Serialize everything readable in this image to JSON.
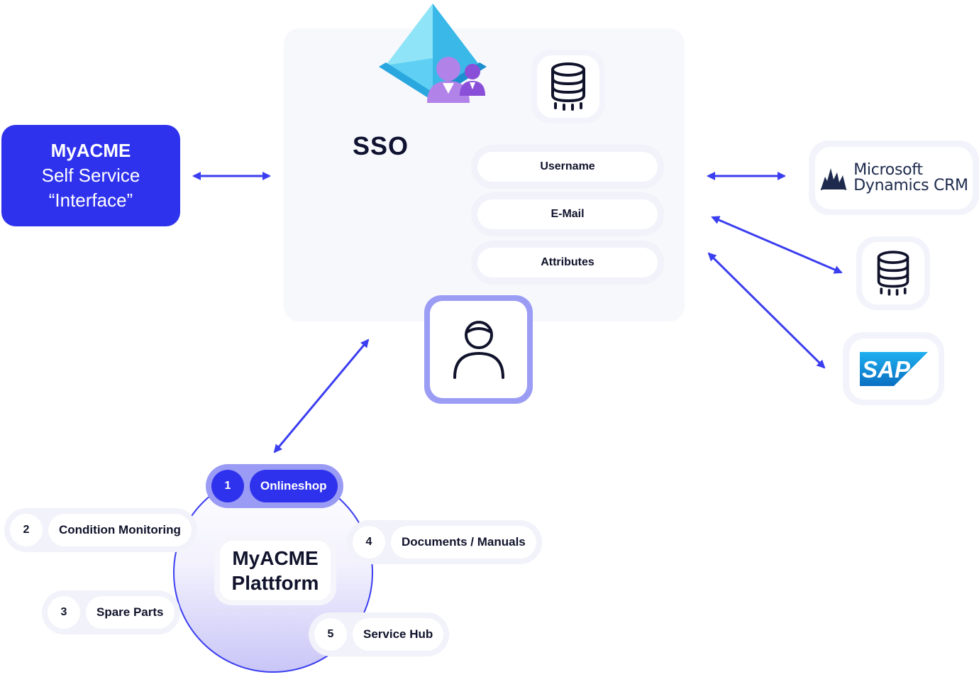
{
  "sso": {
    "title": "SSO",
    "fields": [
      "Username",
      "E-Mail",
      "Attributes"
    ]
  },
  "self_service": {
    "line1": "MyACME",
    "line2": "Self Service",
    "line3": "“Interface”"
  },
  "crm": {
    "line1": "Microsoft",
    "line2": "Dynamics CRM"
  },
  "sap": {
    "logo_text": "SAP"
  },
  "platform": {
    "line1": "MyACME",
    "line2": "Plattform",
    "modules": [
      {
        "num": "1",
        "label": "Onlineshop"
      },
      {
        "num": "2",
        "label": "Condition Monitoring"
      },
      {
        "num": "3",
        "label": "Spare Parts"
      },
      {
        "num": "4",
        "label": "Documents / Manuals"
      },
      {
        "num": "5",
        "label": "Service Hub"
      }
    ]
  },
  "colors": {
    "accent": "#2f32ec",
    "arrow": "#3b3ef0",
    "accent_light": "#9a9bf4",
    "panel": "#f7f8fc"
  },
  "icons": [
    "azure-ad-icon",
    "database-icon",
    "user-icon",
    "microsoft-dynamics-icon",
    "sap-logo-icon"
  ]
}
